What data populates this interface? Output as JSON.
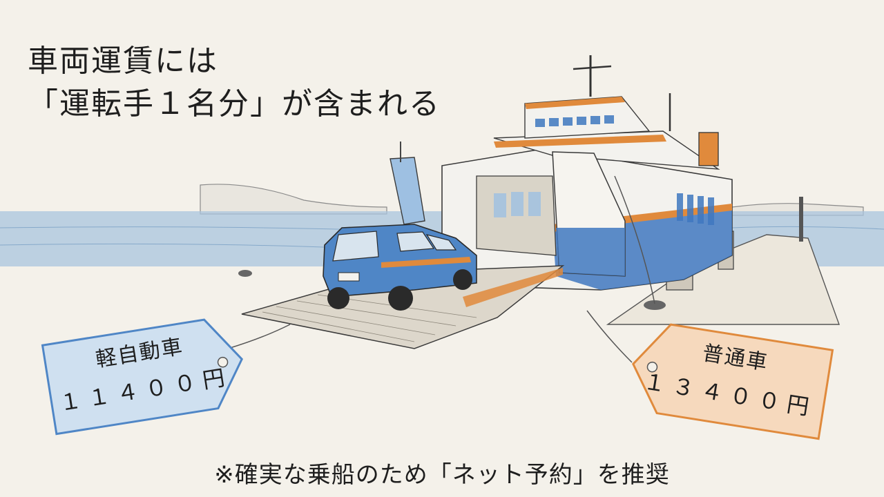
{
  "headline": {
    "line1": "車両運賃には",
    "line2": "「運転手１名分」が含まれる"
  },
  "tags": {
    "kei": {
      "label": "軽自動車",
      "price": "１１４００円"
    },
    "standard": {
      "label": "普通車",
      "price": "１３４００円"
    }
  },
  "footnote": "※確実な乗船のため「ネット予約」を推奨",
  "colors": {
    "background": "#f4f1ea",
    "ferry_blue": "#3f78c0",
    "ferry_orange": "#e08a3c",
    "sea": "#a9c4dd",
    "car_blue": "#4f86c6",
    "tag_kei_tint": "#cfe0f0",
    "tag_std_tint": "#f6d9bd",
    "pencil": "#3a3a3a"
  }
}
